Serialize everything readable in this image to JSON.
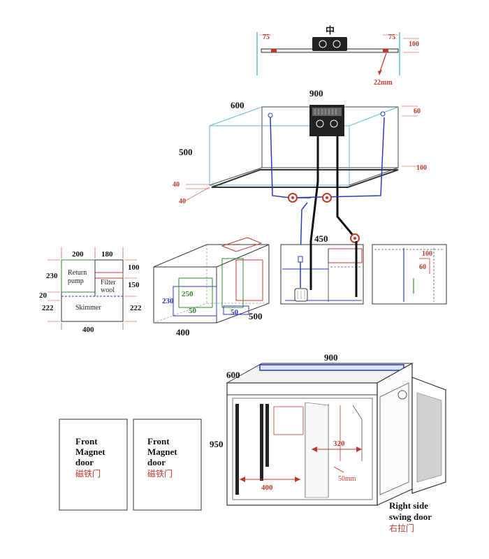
{
  "top_view": {
    "center_label": "中",
    "left_dim": "75",
    "right_dim": "75",
    "side_dim": "100",
    "pipe_dim": "22mm"
  },
  "tank": {
    "width": "900",
    "depth": "600",
    "height": "500",
    "rear_dim": "60",
    "side_dim": "100",
    "base_dim_1": "40",
    "base_dim_2": "40"
  },
  "sump_top": {
    "w1": "200",
    "w2": "180",
    "h1": "230",
    "h2": "100",
    "h3": "150",
    "gap": "20",
    "h4": "222",
    "h5": "222",
    "bottom": "400",
    "return_pump": [
      "Return",
      "pump"
    ],
    "filter_wool": [
      "Filter",
      "wool"
    ],
    "skimmer": "Skimmer"
  },
  "sump_iso": {
    "length": "400",
    "depth": "500",
    "blue_dim": "230",
    "green_h": "250",
    "green_w": "50",
    "blue_w": "50"
  },
  "side_views": {
    "width": "450",
    "dim_a": "100",
    "dim_b": "60"
  },
  "cabinet": {
    "width": "900",
    "depth": "600",
    "height": "950",
    "inner_w": "400",
    "inner_w2": "320",
    "gap": "50mm",
    "right_door": [
      "Right side",
      "swing door"
    ],
    "right_door_cn": "右拉门"
  },
  "front_doors": [
    {
      "lines": [
        "Front",
        "Magnet",
        "door"
      ],
      "cn": "磁铁门"
    },
    {
      "lines": [
        "Front",
        "Magnet",
        "door"
      ],
      "cn": "磁铁门"
    }
  ],
  "colors": {
    "red": "#c0392b",
    "blue": "#2a3bb8",
    "green": "#2e8b2e",
    "cyan": "#5fb8d8"
  }
}
